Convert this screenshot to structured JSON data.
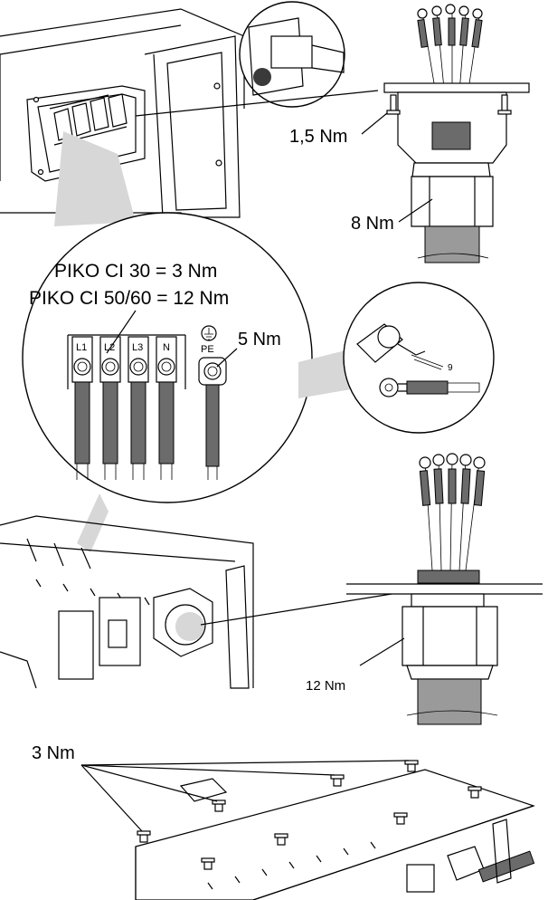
{
  "torque_labels": {
    "gland_screws": "1,5 Nm",
    "gland_nut": "8 Nm",
    "terminal_line1": "PIKO CI 30 = 3 Nm",
    "terminal_line2": "PIKO CI 50/60 = 12 Nm",
    "pe_terminal": "5 Nm",
    "cable_gland": "12 Nm",
    "cover_screws": "3 Nm"
  },
  "terminal_names": [
    "L1",
    "L2",
    "L3",
    "N"
  ],
  "pe_label": "PE",
  "crimp_tool_marker": "9",
  "colors": {
    "sleeve": "#6b6b6b",
    "callout_fill": "#d7d7d7",
    "line": "#000000"
  }
}
